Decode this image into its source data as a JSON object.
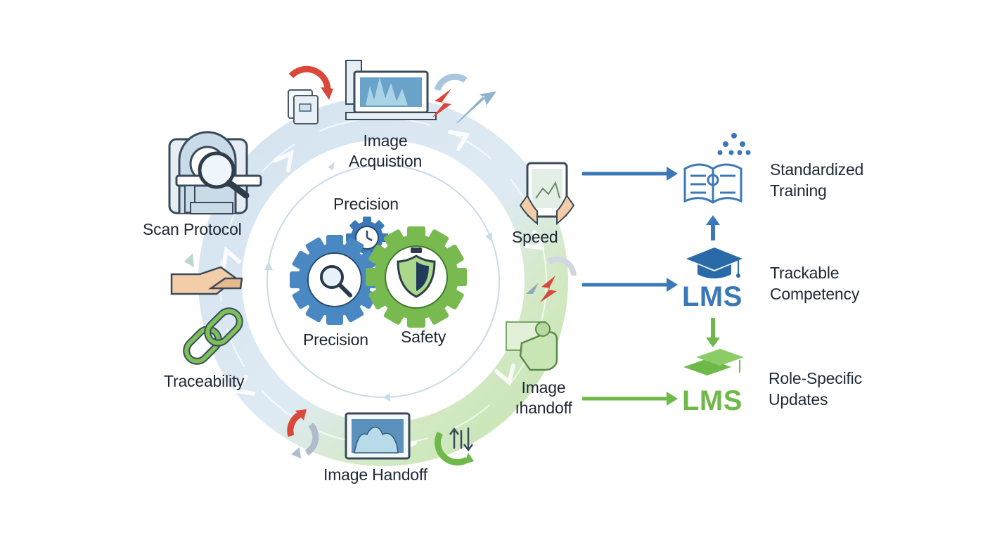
{
  "colors": {
    "blue": "#3a78b8",
    "green": "#6fb84a",
    "red": "#d9483b",
    "light_blue": "#cfe0ee",
    "light_green": "#d7ebc6",
    "text": "#1d2733"
  },
  "cycle": {
    "nodes": {
      "image_acquisition": "Image\nAcquistion",
      "scan_protocol": "Scan Protocol",
      "speed": "Speed",
      "traceability": "Traceability",
      "image_handoff_right": "Image\nıhandoff",
      "image_handoff_bottom": "Image Handoff"
    },
    "center": {
      "precision_top": "Precision",
      "precision": "Precision",
      "safety": "Safety"
    }
  },
  "outcomes": {
    "standardized": "Standardized\nTraining",
    "trackable": "Trackable\nCompetency",
    "role_specific": "Role-Specific\nUpdates",
    "lms_blue": "LMS",
    "lms_green": "LMS"
  },
  "icons": [
    "ct-scanner-icon",
    "magnifier-icon",
    "monitor-icon",
    "tablet-hands-icon",
    "handshake-icon",
    "chain-link-icon",
    "hand-gesture-icon",
    "image-frame-icon",
    "gear-icon",
    "stopwatch-icon",
    "shield-icon",
    "book-icon",
    "org-chart-icon",
    "graduation-cap-icon",
    "refresh-arrow-icon",
    "bolt-arrow-icon"
  ]
}
